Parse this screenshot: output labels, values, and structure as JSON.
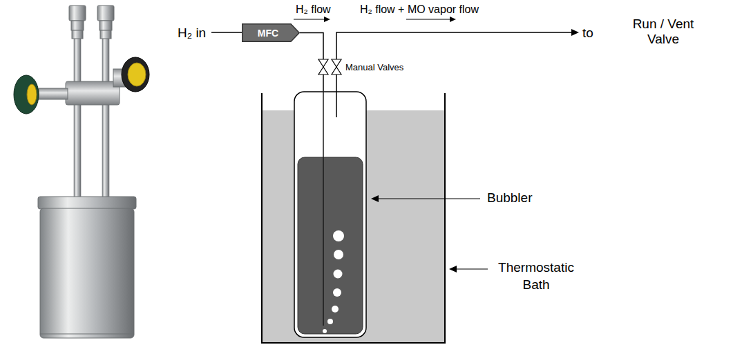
{
  "diagram": {
    "nodes": [
      {
        "text": [
          "MFC"
        ]
      },
      {
        "text": [
          "Thermostatic Bath"
        ]
      },
      {
        "text": [
          "Bubbler"
        ],
        "in": 1
      }
    ],
    "edges": [
      {
        "from": 0,
        "to": 2,
        "arrow": "none"
      }
    ],
    "labels": [
      "H₂ in",
      "H₂ flow",
      "H₂ flow + MO vapor flow",
      "to",
      "Run / Vent Valve",
      "Manual Valves"
    ]
  }
}
